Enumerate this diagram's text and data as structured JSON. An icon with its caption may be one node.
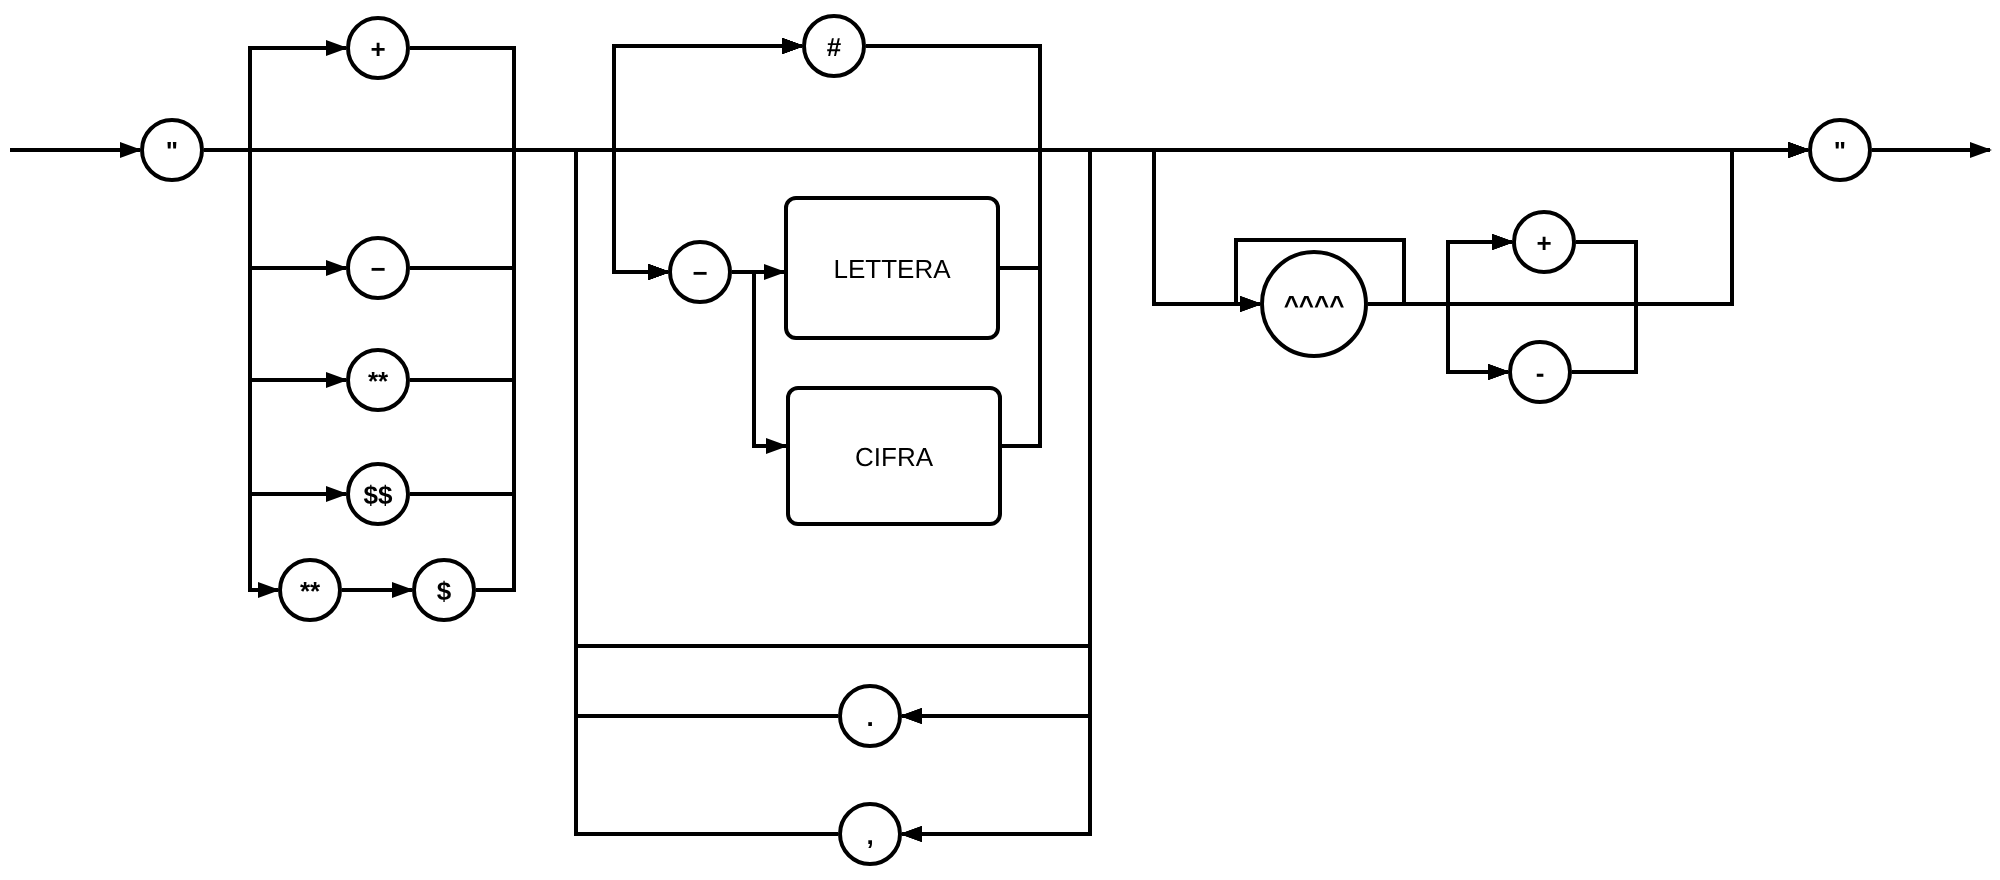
{
  "diagram": {
    "nodes": [
      {
        "text": [
          "\""
        ]
      },
      {
        "text": [
          "+"
        ]
      },
      {
        "text": [
          "−"
        ]
      },
      {
        "text": [
          "**"
        ]
      },
      {
        "text": [
          "$$"
        ]
      },
      {
        "text": [
          "**"
        ]
      },
      {
        "text": [
          "$"
        ]
      },
      {
        "text": [
          "#"
        ]
      },
      {
        "text": [
          "−"
        ]
      },
      {
        "text": [
          "LETTERA"
        ]
      },
      {
        "text": [
          "CIFRA"
        ]
      },
      {
        "text": [
          "."
        ]
      },
      {
        "text": [
          ","
        ]
      },
      {
        "text": [
          "^^^^"
        ]
      },
      {
        "text": [
          "+"
        ]
      },
      {
        "text": [
          "-"
        ]
      },
      {
        "text": [
          "\""
        ]
      }
    ],
    "edges": [
      {
        "from": null,
        "to": 0,
        "arrow": "to"
      },
      {
        "from": 0,
        "to": 1,
        "arrow": "to"
      },
      {
        "from": 0,
        "to": 2,
        "arrow": "to"
      },
      {
        "from": 0,
        "to": 3,
        "arrow": "to"
      },
      {
        "from": 0,
        "to": 4,
        "arrow": "to"
      },
      {
        "from": 0,
        "to": 5,
        "arrow": "to"
      },
      {
        "from": 5,
        "to": 6,
        "arrow": "to"
      },
      {
        "from": 0,
        "to": 7,
        "arrow": "to"
      },
      {
        "from": 0,
        "to": 8,
        "arrow": "to"
      },
      {
        "from": 1,
        "to": 7,
        "arrow": "to"
      },
      {
        "from": 1,
        "to": 8,
        "arrow": "to"
      },
      {
        "from": 2,
        "to": 7,
        "arrow": "to"
      },
      {
        "from": 2,
        "to": 8,
        "arrow": "to"
      },
      {
        "from": 3,
        "to": 7,
        "arrow": "to"
      },
      {
        "from": 3,
        "to": 8,
        "arrow": "to"
      },
      {
        "from": 4,
        "to": 7,
        "arrow": "to"
      },
      {
        "from": 4,
        "to": 8,
        "arrow": "to"
      },
      {
        "from": 6,
        "to": 7,
        "arrow": "to"
      },
      {
        "from": 6,
        "to": 8,
        "arrow": "to"
      },
      {
        "from": 8,
        "to": 9,
        "arrow": "to"
      },
      {
        "from": 8,
        "to": 10,
        "arrow": "to"
      },
      {
        "from": 7,
        "to": 11,
        "arrow": "to"
      },
      {
        "from": 9,
        "to": 11,
        "arrow": "to"
      },
      {
        "from": 10,
        "to": 11,
        "arrow": "to"
      },
      {
        "from": 7,
        "to": 12,
        "arrow": "to"
      },
      {
        "from": 9,
        "to": 12,
        "arrow": "to"
      },
      {
        "from": 10,
        "to": 12,
        "arrow": "to"
      },
      {
        "from": 11,
        "to": 7,
        "arrow": "to"
      },
      {
        "from": 11,
        "to": 8,
        "arrow": "to"
      },
      {
        "from": 12,
        "to": 7,
        "arrow": "to"
      },
      {
        "from": 12,
        "to": 8,
        "arrow": "to"
      },
      {
        "from": 7,
        "to": 13,
        "arrow": "to"
      },
      {
        "from": 9,
        "to": 13,
        "arrow": "to"
      },
      {
        "from": 10,
        "to": 13,
        "arrow": "to"
      },
      {
        "from": 7,
        "to": 14,
        "arrow": "to"
      },
      {
        "from": 9,
        "to": 14,
        "arrow": "to"
      },
      {
        "from": 10,
        "to": 14,
        "arrow": "to"
      },
      {
        "from": 7,
        "to": 15,
        "arrow": "to"
      },
      {
        "from": 9,
        "to": 15,
        "arrow": "to"
      },
      {
        "from": 10,
        "to": 15,
        "arrow": "to"
      },
      {
        "from": 7,
        "to": 16,
        "arrow": "to"
      },
      {
        "from": 9,
        "to": 16,
        "arrow": "to"
      },
      {
        "from": 10,
        "to": 16,
        "arrow": "to"
      },
      {
        "from": 13,
        "to": 14,
        "arrow": "to"
      },
      {
        "from": 13,
        "to": 15,
        "arrow": "to"
      },
      {
        "from": 13,
        "to": 16,
        "arrow": "to"
      },
      {
        "from": 14,
        "to": 16,
        "arrow": "to"
      },
      {
        "from": 15,
        "to": 16,
        "arrow": "to"
      },
      {
        "from": 16,
        "to": null,
        "arrow": "to"
      }
    ]
  }
}
